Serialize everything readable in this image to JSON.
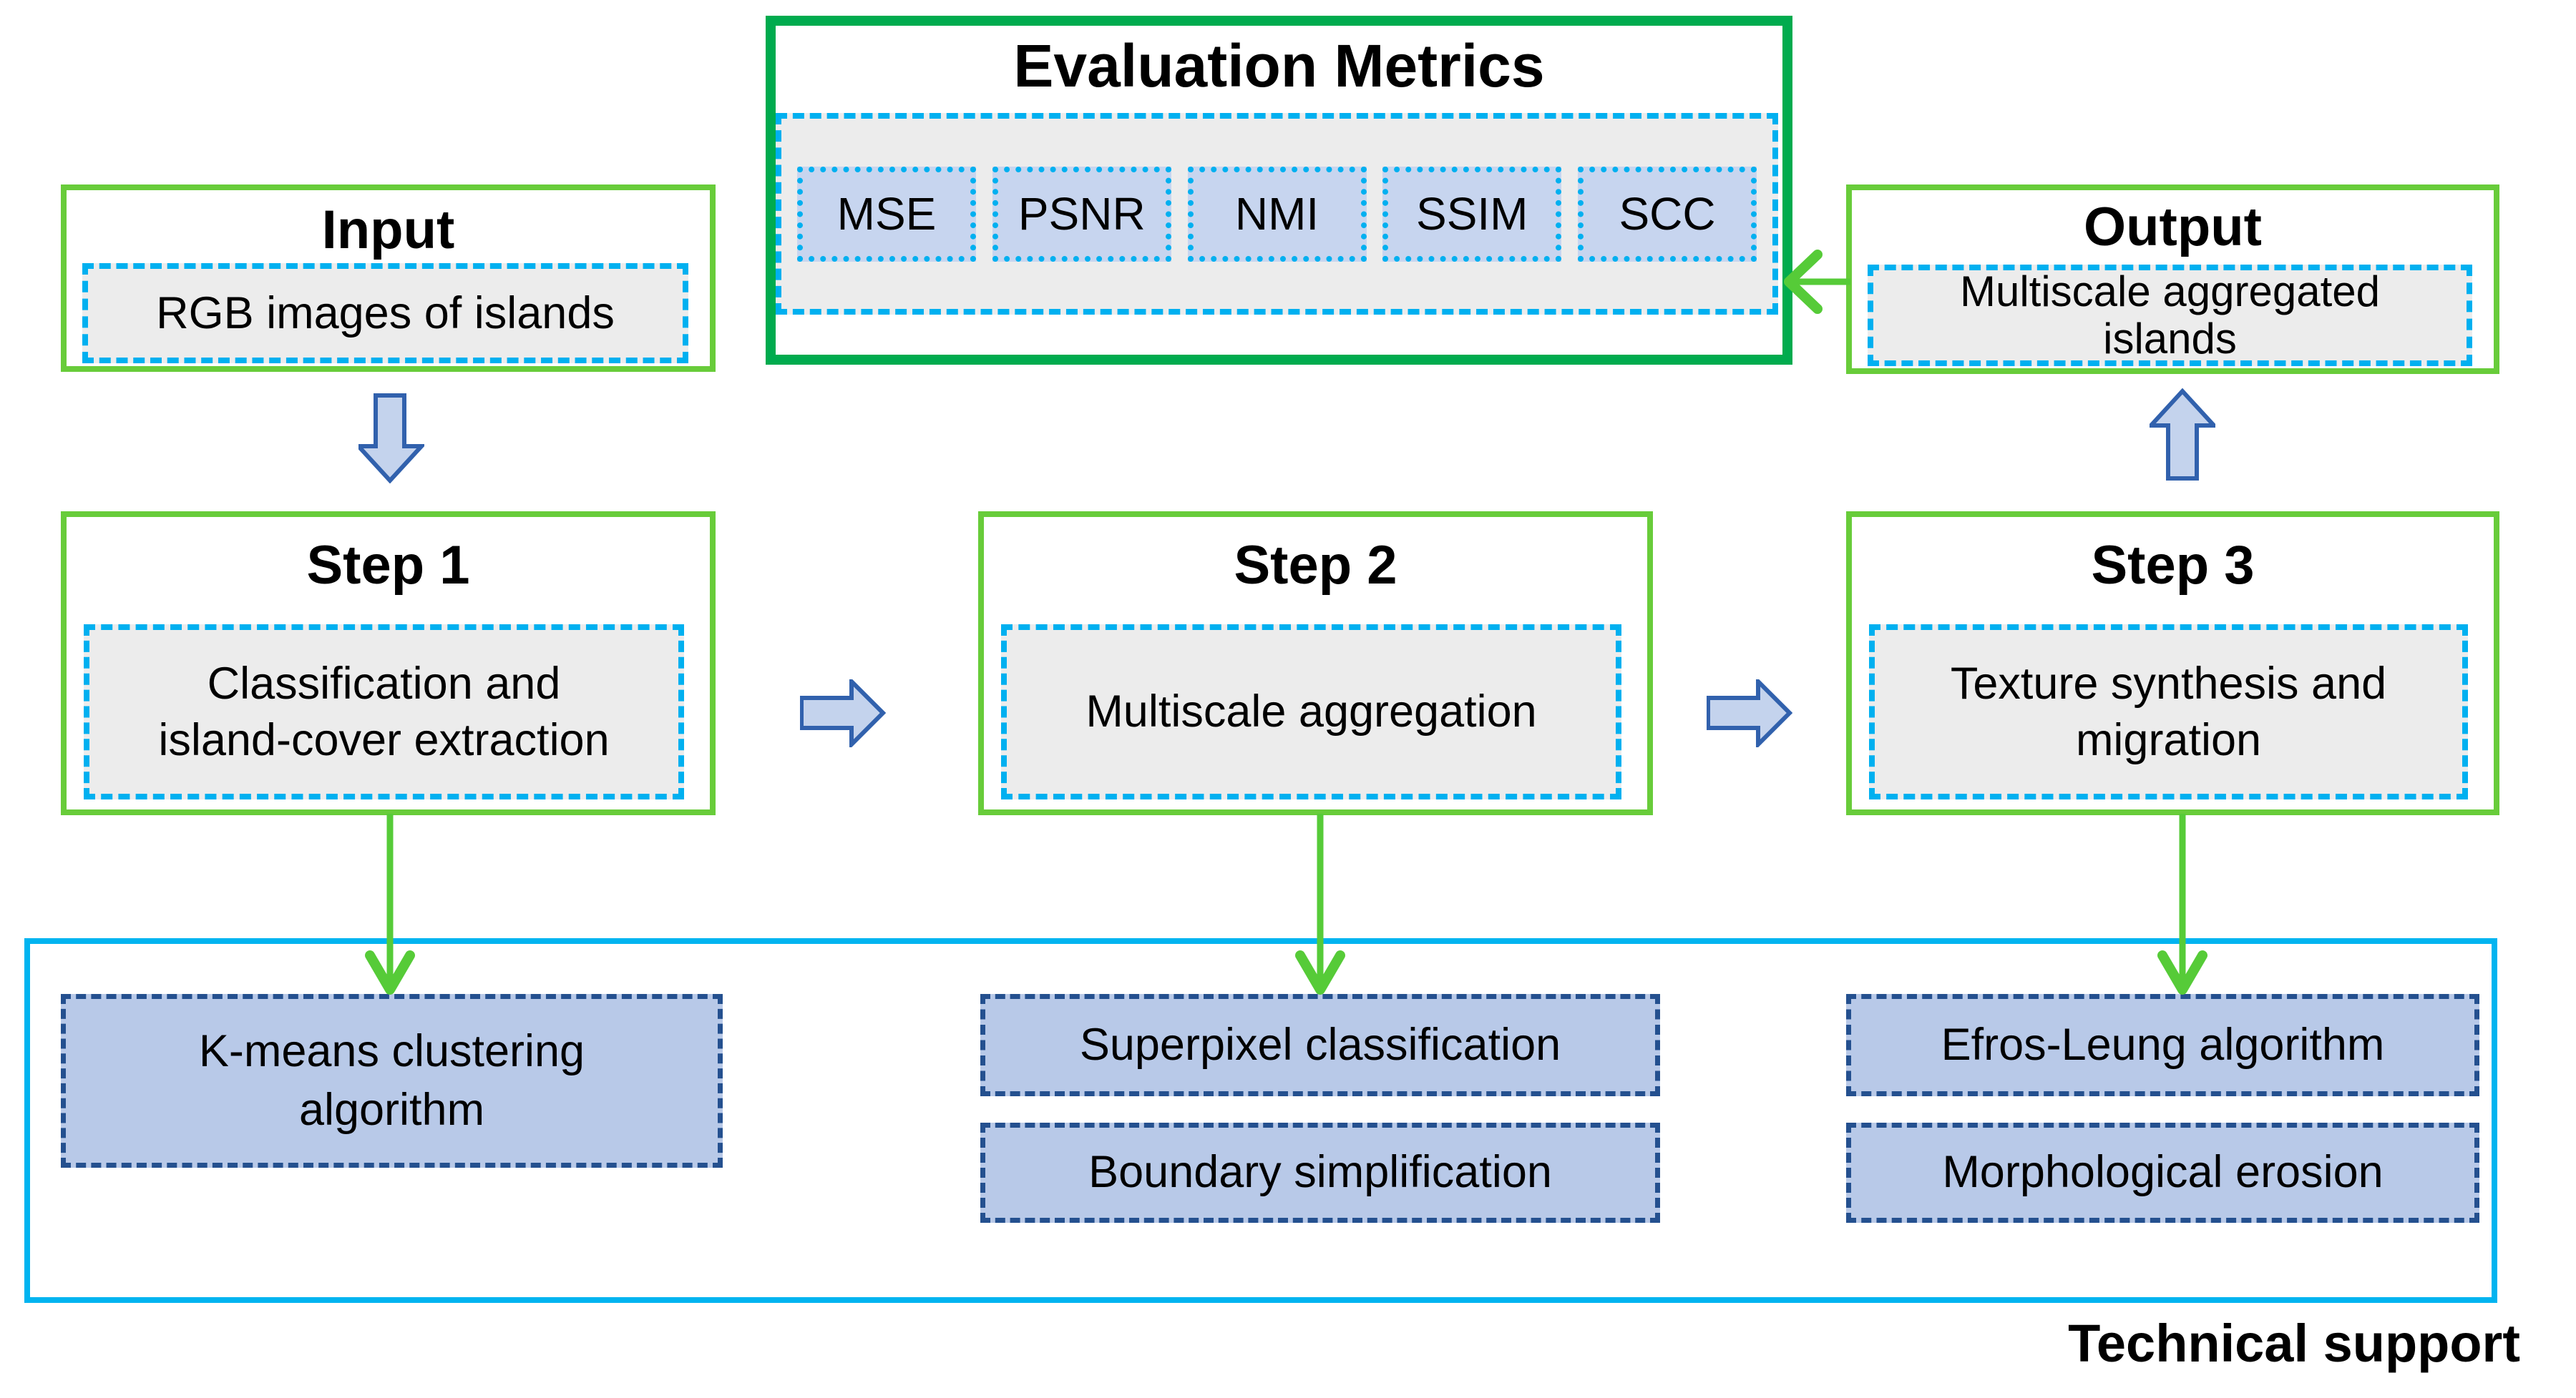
{
  "input": {
    "title": "Input",
    "item": "RGB images of islands"
  },
  "evaluation": {
    "title": "Evaluation Metrics",
    "metrics": [
      "MSE",
      "PSNR",
      "NMI",
      "SSIM",
      "SCC"
    ]
  },
  "output": {
    "title": "Output",
    "item": "Multiscale aggregated\nislands"
  },
  "steps": [
    {
      "title": "Step 1",
      "item": "Classification and\nisland-cover extraction"
    },
    {
      "title": "Step 2",
      "item": "Multiscale aggregation"
    },
    {
      "title": "Step 3",
      "item": "Texture synthesis and\nmigration"
    }
  ],
  "technical_support": {
    "label": "Technical support",
    "step1_methods": [
      "K-means clustering\nalgorithm"
    ],
    "step2_methods": [
      "Superpixel classification",
      "Boundary simplification"
    ],
    "step3_methods": [
      "Efros-Leung algorithm",
      "Morphological erosion"
    ]
  },
  "colors": {
    "box_border_green": "#68cc3a",
    "evaluation_border_green": "#00ab4e",
    "connector_green": "#56cb38",
    "dashed_cyan": "#00b0f0",
    "container_cyan": "#00b4f0",
    "panel_gray": "#ececec",
    "metric_fill": "#c7d5ef",
    "support_fill": "#b8c9e8",
    "support_border_navy": "#24508f",
    "block_arrow_fill": "#c4d3ed",
    "block_arrow_border": "#3161ad"
  }
}
